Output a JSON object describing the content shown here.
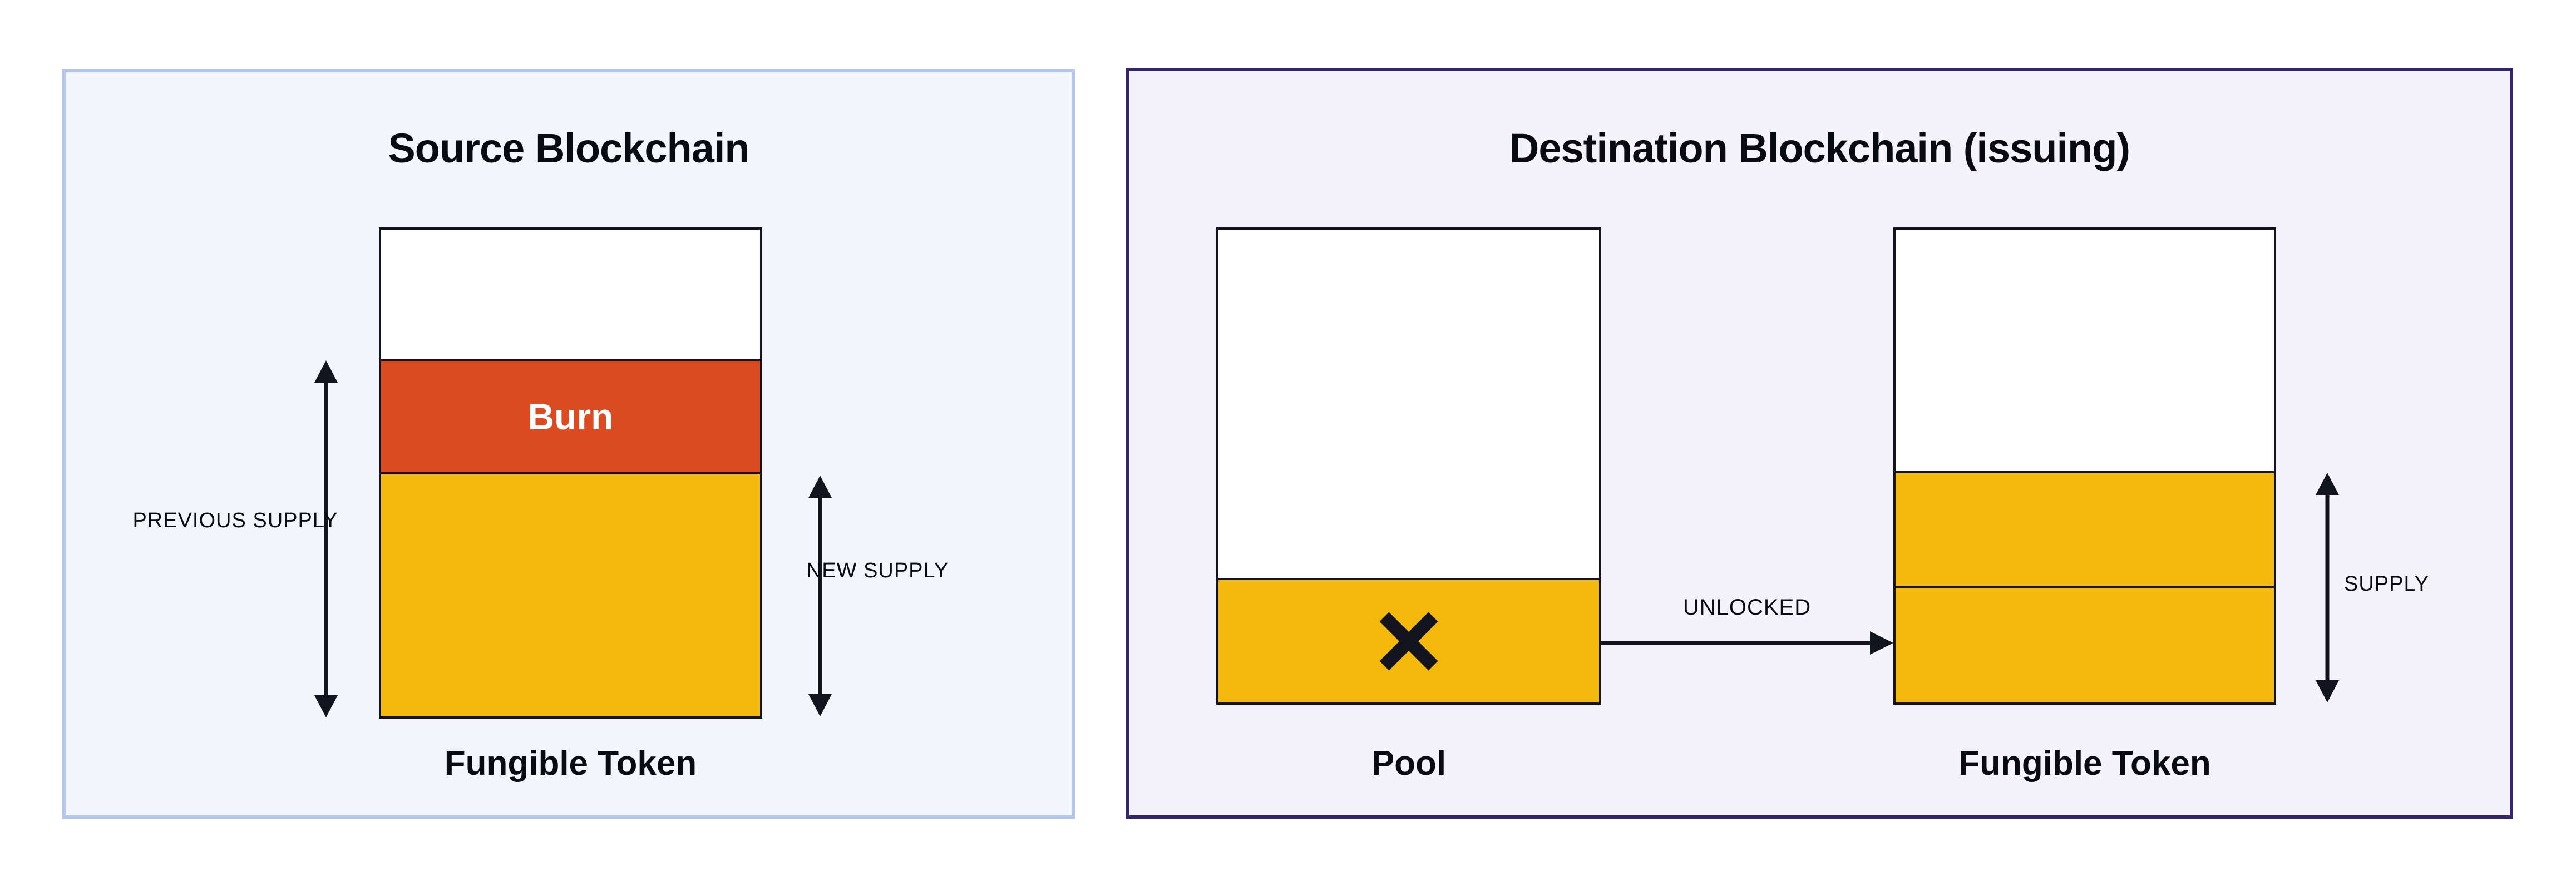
{
  "source_panel": {
    "title": "Source Blockchain",
    "burn_label": "Burn",
    "token_label": "Fungible Token",
    "previous_supply_label": "PREVIOUS SUPPLY",
    "new_supply_label": "NEW SUPPLY"
  },
  "destination_panel": {
    "title": "Destination Blockchain (issuing)",
    "pool_label": "Pool",
    "token_label": "Fungible Token",
    "unlocked_label": "UNLOCKED",
    "supply_label": "SUPPLY"
  },
  "icons": {
    "pool_cross": "cross-icon"
  },
  "colors": {
    "source_panel_bg": "#F2F5FC",
    "source_panel_border": "#B5C8EC",
    "dest_panel_bg": "#F4F2FB",
    "dest_panel_border": "#352569",
    "bar_fill": "#FFFFFF",
    "burn_fill": "#DC4A21",
    "token_fill": "#F3B90D",
    "line": "#141421",
    "burn_text": "#FFFFFF",
    "text": "#0A0A12"
  }
}
